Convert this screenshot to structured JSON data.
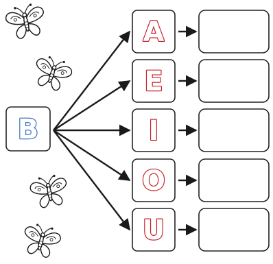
{
  "worksheet": {
    "consonant": "B",
    "vowels": [
      "A",
      "E",
      "I",
      "O",
      "U"
    ],
    "answer_boxes": [
      "",
      "",
      "",
      "",
      ""
    ]
  },
  "colors": {
    "consonant": "#3b6fc2",
    "vowel": "#c8202a",
    "ink": "#1a1a1a"
  },
  "icons": [
    "butterfly-icon",
    "arrow-icon"
  ]
}
